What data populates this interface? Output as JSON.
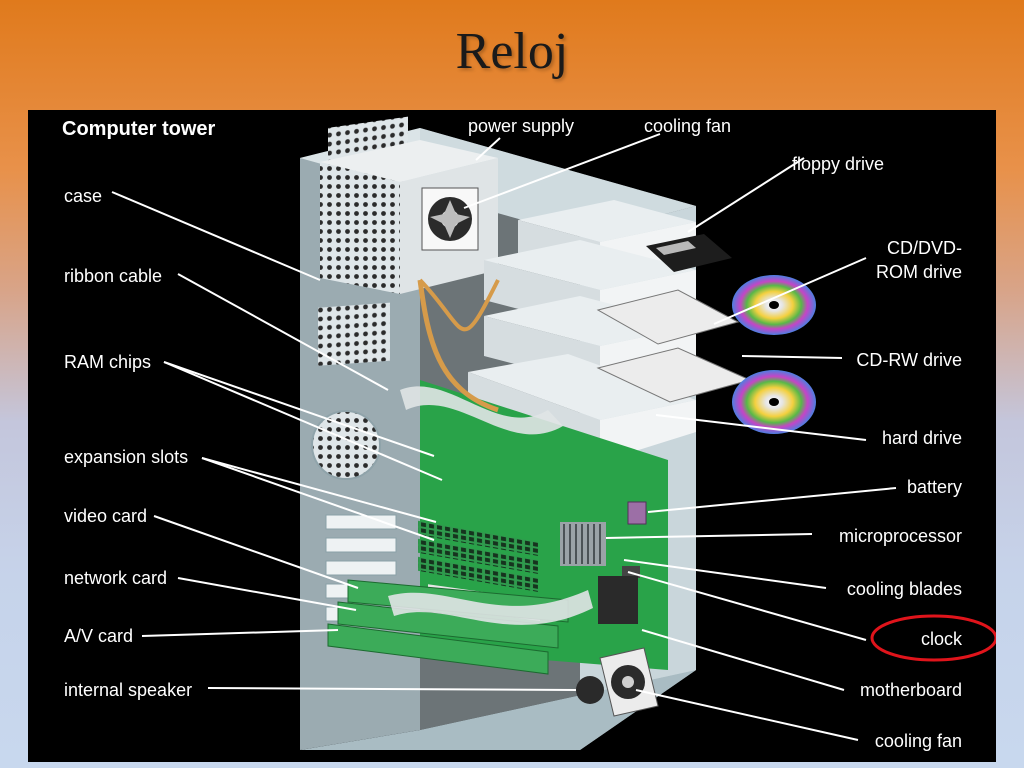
{
  "slide": {
    "title": "Reloj"
  },
  "diagram": {
    "title": "Computer tower",
    "labels": {
      "power_supply": "power supply",
      "cooling_fan_top": "cooling fan",
      "floppy_drive": "floppy drive",
      "cd_dvd_line1": "CD/DVD-",
      "cd_dvd_line2": "ROM drive",
      "cd_rw": "CD-RW drive",
      "hard_drive": "hard drive",
      "battery": "battery",
      "microprocessor": "microprocessor",
      "cooling_blades": "cooling blades",
      "clock": "clock",
      "motherboard": "motherboard",
      "cooling_fan_bottom": "cooling fan",
      "case": "case",
      "ribbon_cable": "ribbon cable",
      "ram_chips": "RAM chips",
      "expansion_slots": "expansion slots",
      "video_card": "video card",
      "network_card": "network card",
      "av_card": "A/V card",
      "internal_speaker": "internal speaker"
    },
    "highlight": {
      "target": "clock",
      "color": "#e0141b"
    }
  }
}
